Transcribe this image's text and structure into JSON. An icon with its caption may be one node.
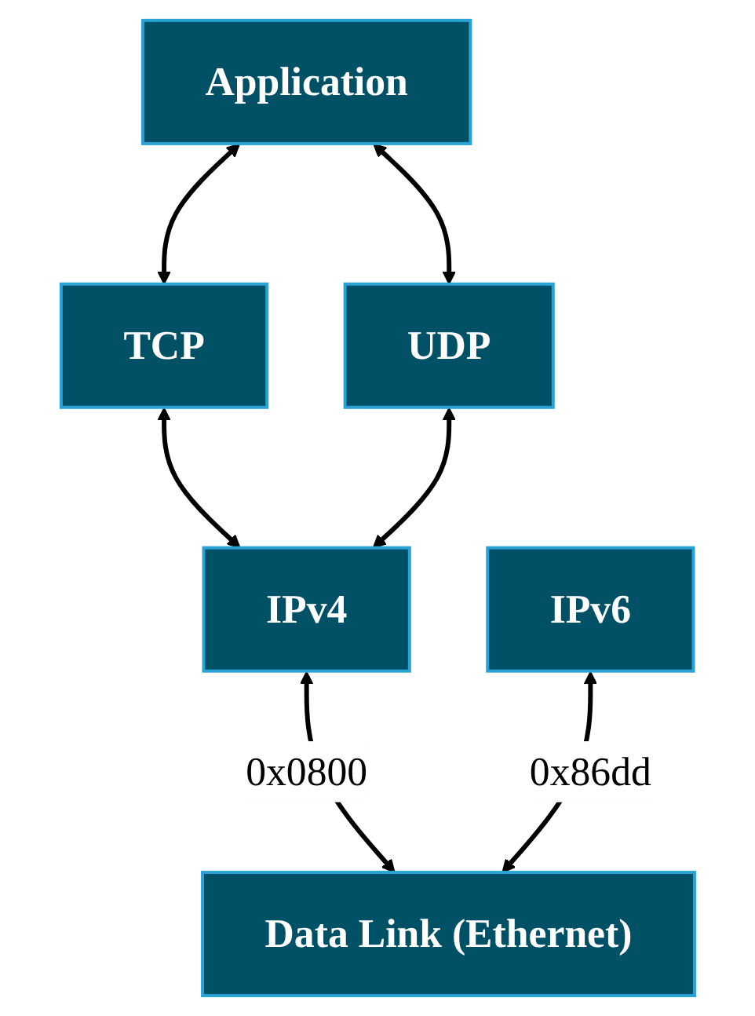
{
  "diagram": {
    "nodes": [
      {
        "text": [
          "Application"
        ]
      },
      {
        "text": [
          "TCP"
        ]
      },
      {
        "text": [
          "UDP"
        ]
      },
      {
        "text": [
          "IPv4"
        ]
      },
      {
        "text": [
          "IPv6"
        ]
      },
      {
        "text": [
          "Data Link (Ethernet)"
        ]
      }
    ],
    "edges": [
      {
        "from": 0,
        "to": 1,
        "arrow": "both"
      },
      {
        "from": 0,
        "to": 2,
        "arrow": "both"
      },
      {
        "from": 1,
        "to": 3,
        "arrow": "both"
      },
      {
        "from": 2,
        "to": 3,
        "arrow": "both"
      },
      {
        "from": 3,
        "to": 5,
        "arrow": "both",
        "label": "0x0800"
      },
      {
        "from": 4,
        "to": 5,
        "arrow": "both",
        "label": "0x86dd"
      }
    ]
  }
}
